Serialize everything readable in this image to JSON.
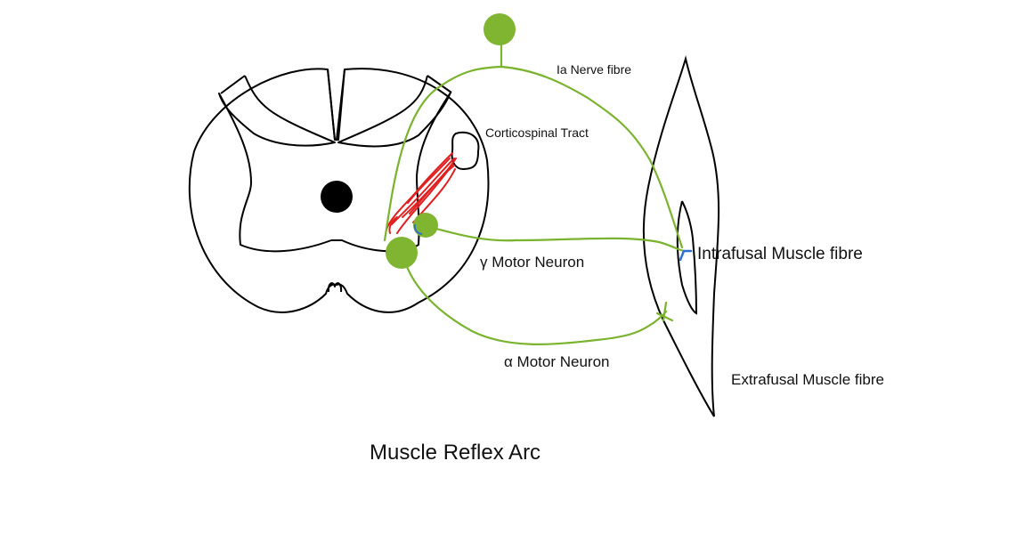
{
  "labels": {
    "ia_fibre": "Ia Nerve fibre",
    "corticospinal": "Corticospinal Tract",
    "gamma_neuron": "γ Motor Neuron",
    "alpha_neuron": "α Motor Neuron",
    "intrafusal": "Intrafusal Muscle fibre",
    "extrafusal": "Extrafusal Muscle fibre",
    "title": "Muscle Reflex Arc"
  },
  "colors": {
    "outline": "#000000",
    "nerve": "#7ab32e",
    "nerve_body": "#80b531",
    "tract": "#e02020",
    "ending": "#2d6fd6",
    "canal": "#000000"
  }
}
